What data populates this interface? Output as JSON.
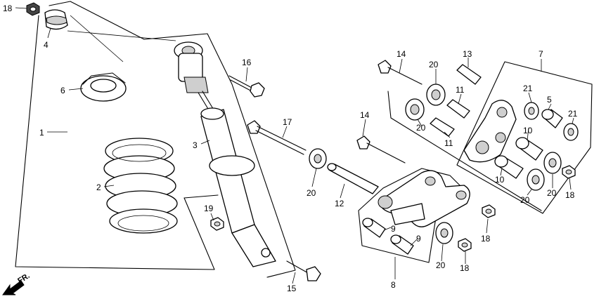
{
  "callouts": {
    "c18a": "18",
    "c4": "4",
    "c6": "6",
    "c1": "1",
    "c2": "2",
    "c3": "3",
    "c19": "19",
    "c16": "16",
    "c17": "17",
    "c20a": "20",
    "c12": "12",
    "c15": "15",
    "c14a": "14",
    "c20b": "20",
    "c13": "13",
    "c7": "7",
    "c11a": "11",
    "c11b": "11",
    "c20c": "20",
    "c21a": "21",
    "c5": "5",
    "c21b": "21",
    "c10a": "10",
    "c14b": "14",
    "c10b": "10",
    "c20d": "20",
    "c20e": "20",
    "c18b": "18",
    "c9a": "9",
    "c9b": "9",
    "c18c": "18",
    "c20f": "20",
    "c18d": "18",
    "c8": "8"
  },
  "direction_marker": {
    "label": "FR.",
    "icon": "arrow-icon"
  }
}
